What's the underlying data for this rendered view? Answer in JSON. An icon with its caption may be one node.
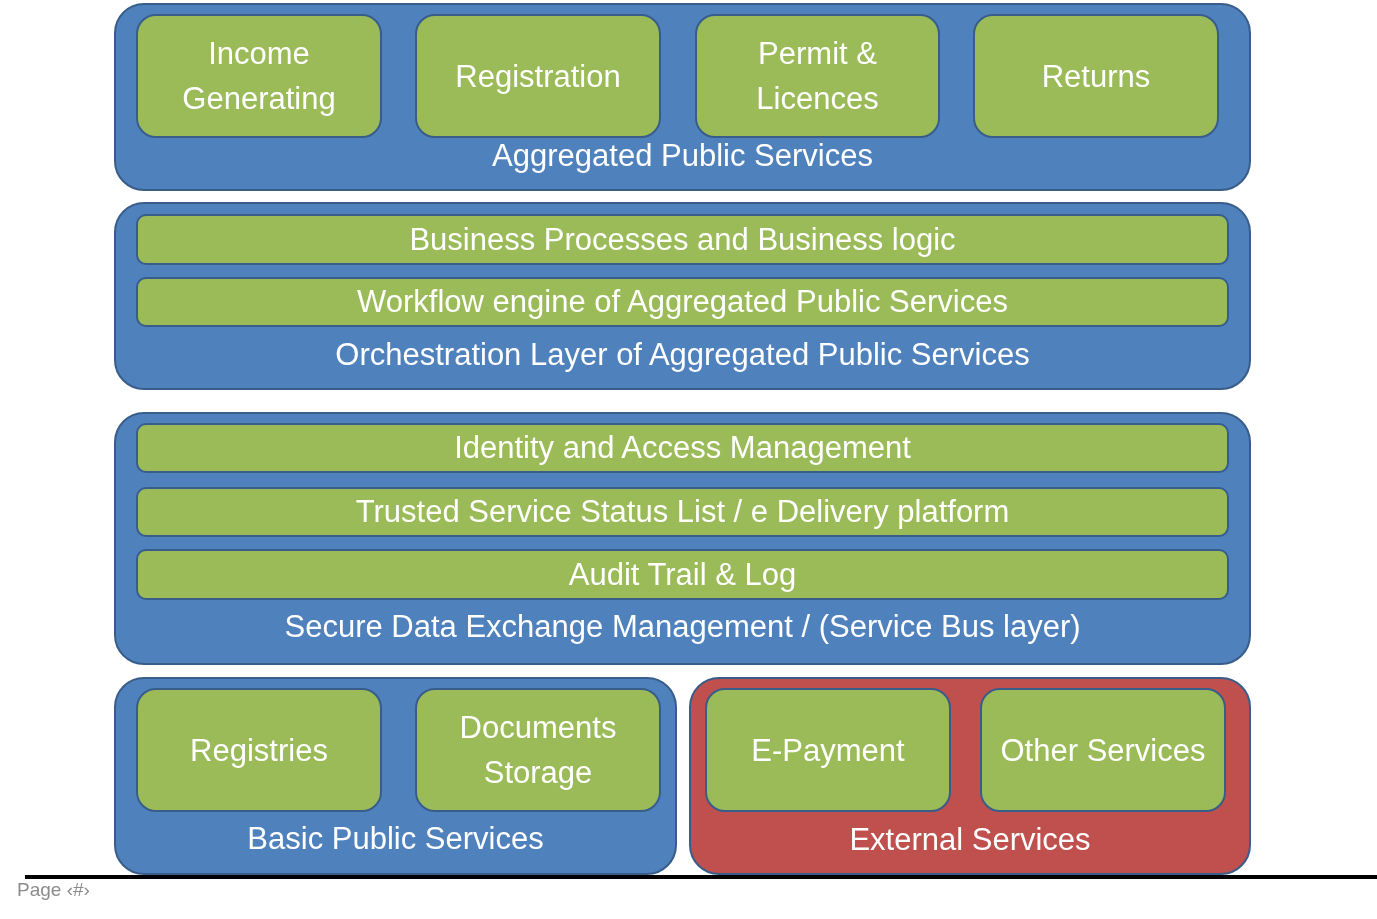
{
  "diagram": {
    "nodes": [
      {
        "text": [
          "Aggregated Public Services"
        ]
      },
      {
        "text": [
          "Income Generating"
        ],
        "in": 0
      },
      {
        "text": [
          "Registration"
        ],
        "in": 0
      },
      {
        "text": [
          "Permit & Licences"
        ],
        "in": 0
      },
      {
        "text": [
          "Returns"
        ],
        "in": 0
      },
      {
        "text": [
          "Orchestration Layer of Aggregated Public Services"
        ]
      },
      {
        "text": [
          "Business Processes and Business logic"
        ],
        "in": 5
      },
      {
        "text": [
          "Workflow engine of Aggregated Public Services"
        ],
        "in": 5
      },
      {
        "text": [
          "Secure Data Exchange Management / (Service Bus layer)"
        ]
      },
      {
        "text": [
          "Identity and Access Management"
        ],
        "in": 8
      },
      {
        "text": [
          "Trusted Service Status List / e Delivery platform"
        ],
        "in": 8
      },
      {
        "text": [
          "Audit Trail & Log"
        ],
        "in": 8
      },
      {
        "text": [
          "Basic Public Services"
        ]
      },
      {
        "text": [
          "Registries"
        ],
        "in": 12
      },
      {
        "text": [
          "Documents Storage"
        ],
        "in": 12
      },
      {
        "text": [
          "External Services"
        ]
      },
      {
        "text": [
          "E-Payment"
        ],
        "in": 15
      },
      {
        "text": [
          "Other Services"
        ],
        "in": 15
      }
    ],
    "labels": [
      "Page ‹#›"
    ]
  }
}
